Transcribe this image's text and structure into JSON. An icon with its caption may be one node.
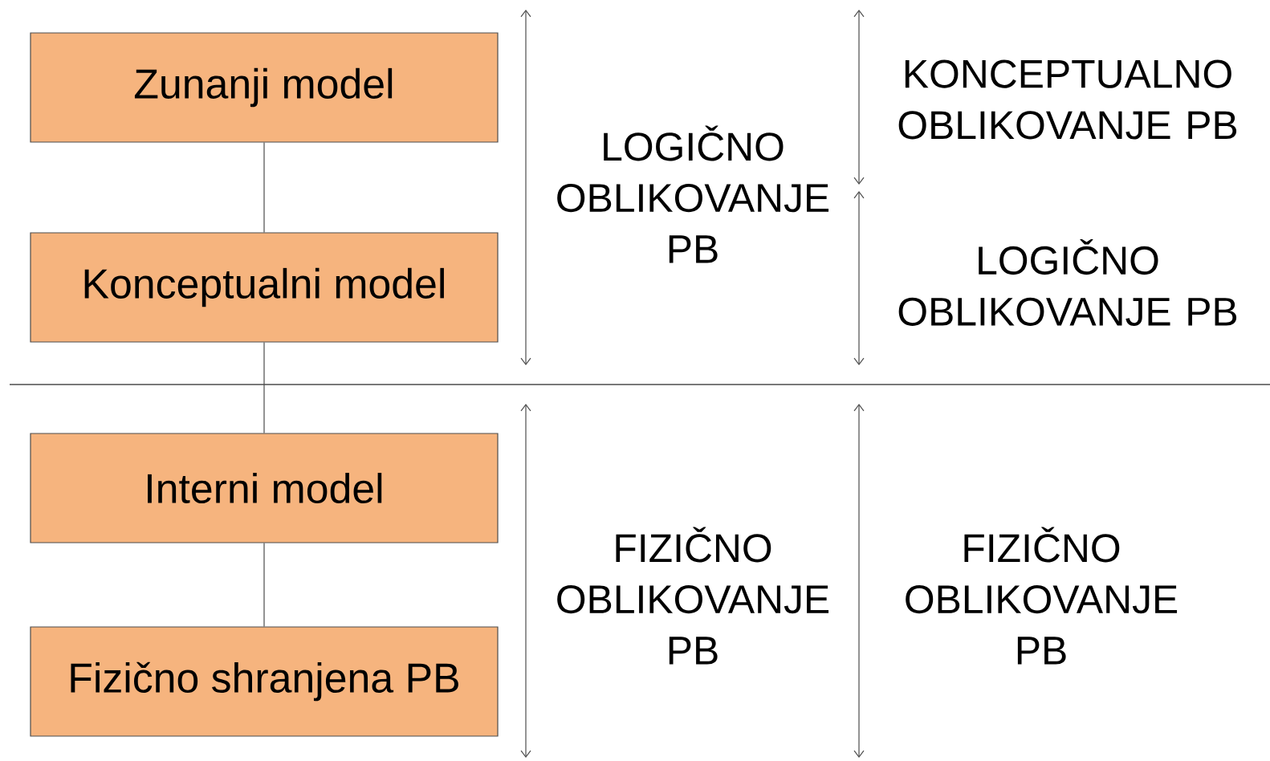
{
  "diagram": {
    "nodes": [
      {
        "text": [
          "Zunanji model"
        ]
      },
      {
        "text": [
          "Konceptualni model"
        ]
      },
      {
        "text": [
          "Interni model"
        ]
      },
      {
        "text": [
          "Fizično shranjena PB"
        ]
      }
    ],
    "edges": [
      {
        "from": 0,
        "to": 1,
        "arrow": "none"
      },
      {
        "from": 1,
        "to": 2,
        "arrow": "none"
      },
      {
        "from": 2,
        "to": 3,
        "arrow": "none"
      }
    ],
    "labels": [
      "KONCEPTUALNO OBLIKOVANJE PB",
      "LOGIČNO OBLIKOVANJE PB",
      "LOGIČNO OBLIKOVANJE PB",
      "FIZIČNO OBLIKOVANJE PB",
      "FIZIČNO OBLIKOVANJE PB"
    ]
  }
}
